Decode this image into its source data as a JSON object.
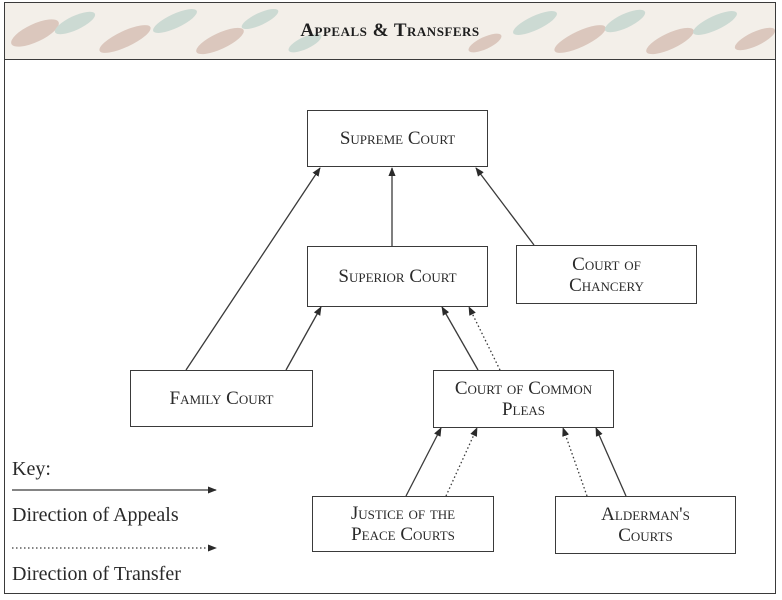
{
  "title": "Appeals & Transfers",
  "courts": {
    "supreme": "Supreme Court",
    "superior": "Superior Court",
    "chancery": "Court of Chancery",
    "family": "Family Court",
    "common_pleas": "Court of Common Pleas",
    "justice_peace": "Justice of the Peace Courts",
    "aldermans": "Alderman's Courts"
  },
  "key": {
    "label": "Key:",
    "appeals": "Direction of Appeals",
    "transfer": "Direction of Transfer"
  },
  "colors": {
    "line": "#3a3a3a",
    "banner_bg": "#f3efe9",
    "banner_pattern_a": "#c9a79a",
    "banner_pattern_b": "#aec9c2"
  }
}
